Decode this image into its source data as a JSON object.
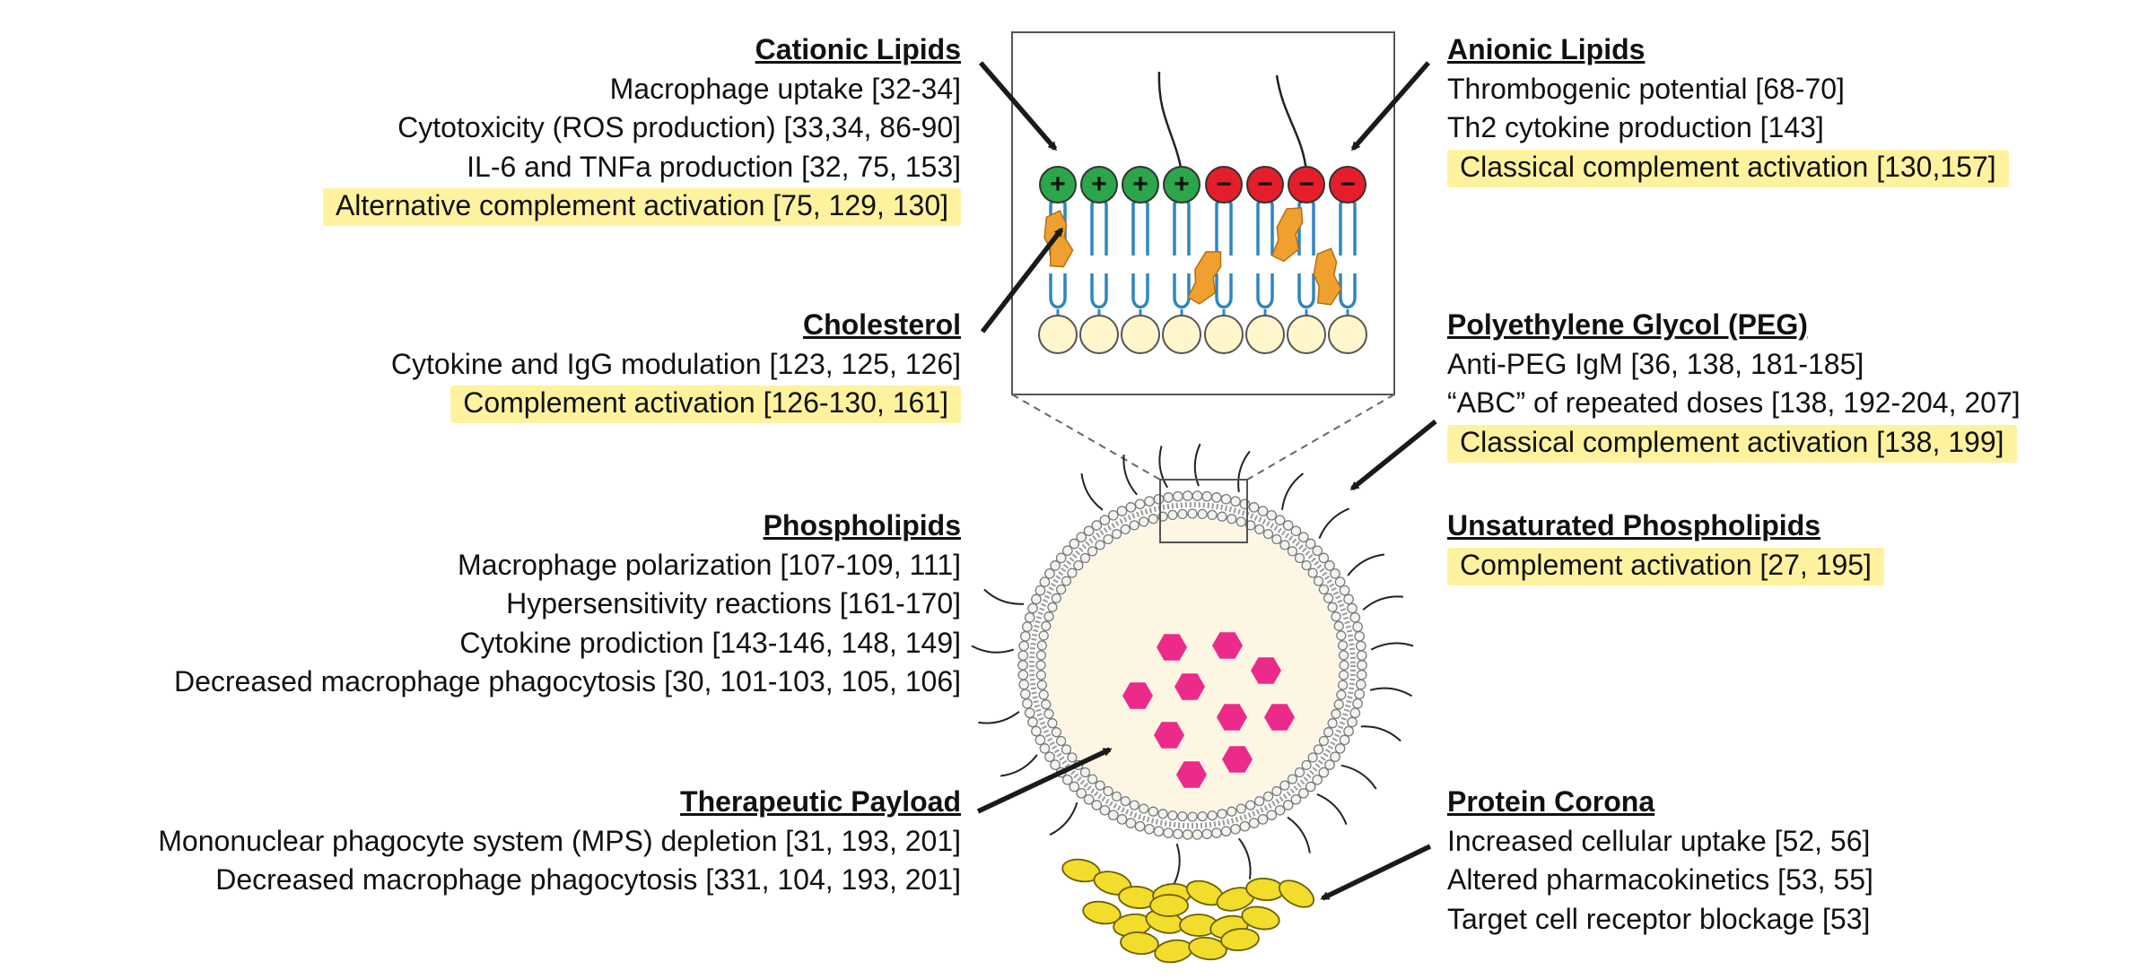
{
  "colors": {
    "highlight": "#FFE850",
    "cationic_head": "#2BA64A",
    "anionic_head": "#E61E2B",
    "lipid_tail": "#2E86C1",
    "cholesterol": "#F0A030",
    "core_fill": "#FDF6E3",
    "payload": "#EC2A8A",
    "corona_protein": "#F2DC2C",
    "arrow": "#1a1a1a"
  },
  "icons": {
    "positive_charge": "+",
    "negative_charge": "−"
  },
  "left_blocks": [
    {
      "id": "cationic-lipids",
      "title": "Cationic Lipids",
      "items": [
        {
          "text": "Macrophage uptake [32-34]",
          "highlight": false
        },
        {
          "text": "Cytotoxicity (ROS production) [33,34, 86-90]",
          "highlight": false
        },
        {
          "text": "IL-6 and TNFa production [32, 75, 153]",
          "highlight": false
        },
        {
          "text": "Alternative complement activation [75, 129, 130]",
          "highlight": true
        }
      ]
    },
    {
      "id": "cholesterol",
      "title": "Cholesterol",
      "items": [
        {
          "text": "Cytokine and IgG modulation [123, 125, 126]",
          "highlight": false
        },
        {
          "text": "Complement activation [126-130, 161]",
          "highlight": true
        }
      ]
    },
    {
      "id": "phospholipids",
      "title": "Phospholipids",
      "items": [
        {
          "text": "Macrophage polarization [107-109, 111]",
          "highlight": false
        },
        {
          "text": "Hypersensitivity reactions [161-170]",
          "highlight": false
        },
        {
          "text": "Cytokine prodiction [143-146, 148, 149]",
          "highlight": false
        },
        {
          "text": "Decreased macrophage phagocytosis [30, 101-103, 105, 106]",
          "highlight": false
        }
      ]
    },
    {
      "id": "therapeutic-payload",
      "title": "Therapeutic Payload",
      "items": [
        {
          "text": "Mononuclear phagocyte system (MPS) depletion [31, 193, 201]",
          "highlight": false
        },
        {
          "text": "Decreased macrophage phagocytosis [331, 104, 193, 201]",
          "highlight": false
        }
      ]
    }
  ],
  "right_blocks": [
    {
      "id": "anionic-lipids",
      "title": "Anionic Lipids",
      "items": [
        {
          "text": "Thrombogenic potential [68-70]",
          "highlight": false
        },
        {
          "text": "Th2 cytokine production [143]",
          "highlight": false
        },
        {
          "text": "Classical complement activation [130,157]",
          "highlight": true
        }
      ]
    },
    {
      "id": "peg",
      "title": "Polyethylene Glycol (PEG)",
      "items": [
        {
          "text": "Anti-PEG IgM [36, 138, 181-185]",
          "highlight": false
        },
        {
          "text": "“ABC” of repeated doses [138, 192-204, 207]",
          "highlight": false
        },
        {
          "text": "Classical complement activation [138, 199]",
          "highlight": true
        }
      ]
    },
    {
      "id": "unsaturated-phospholipids",
      "title": "Unsaturated Phospholipids",
      "items": [
        {
          "text": "Complement activation [27, 195]",
          "highlight": true
        }
      ]
    },
    {
      "id": "protein-corona",
      "title": "Protein Corona",
      "items": [
        {
          "text": "Increased cellular uptake [52, 56]",
          "highlight": false
        },
        {
          "text": "Altered pharmacokinetics [53, 55]",
          "highlight": false
        },
        {
          "text": "Target cell receptor blockage [53]",
          "highlight": false
        }
      ]
    }
  ]
}
